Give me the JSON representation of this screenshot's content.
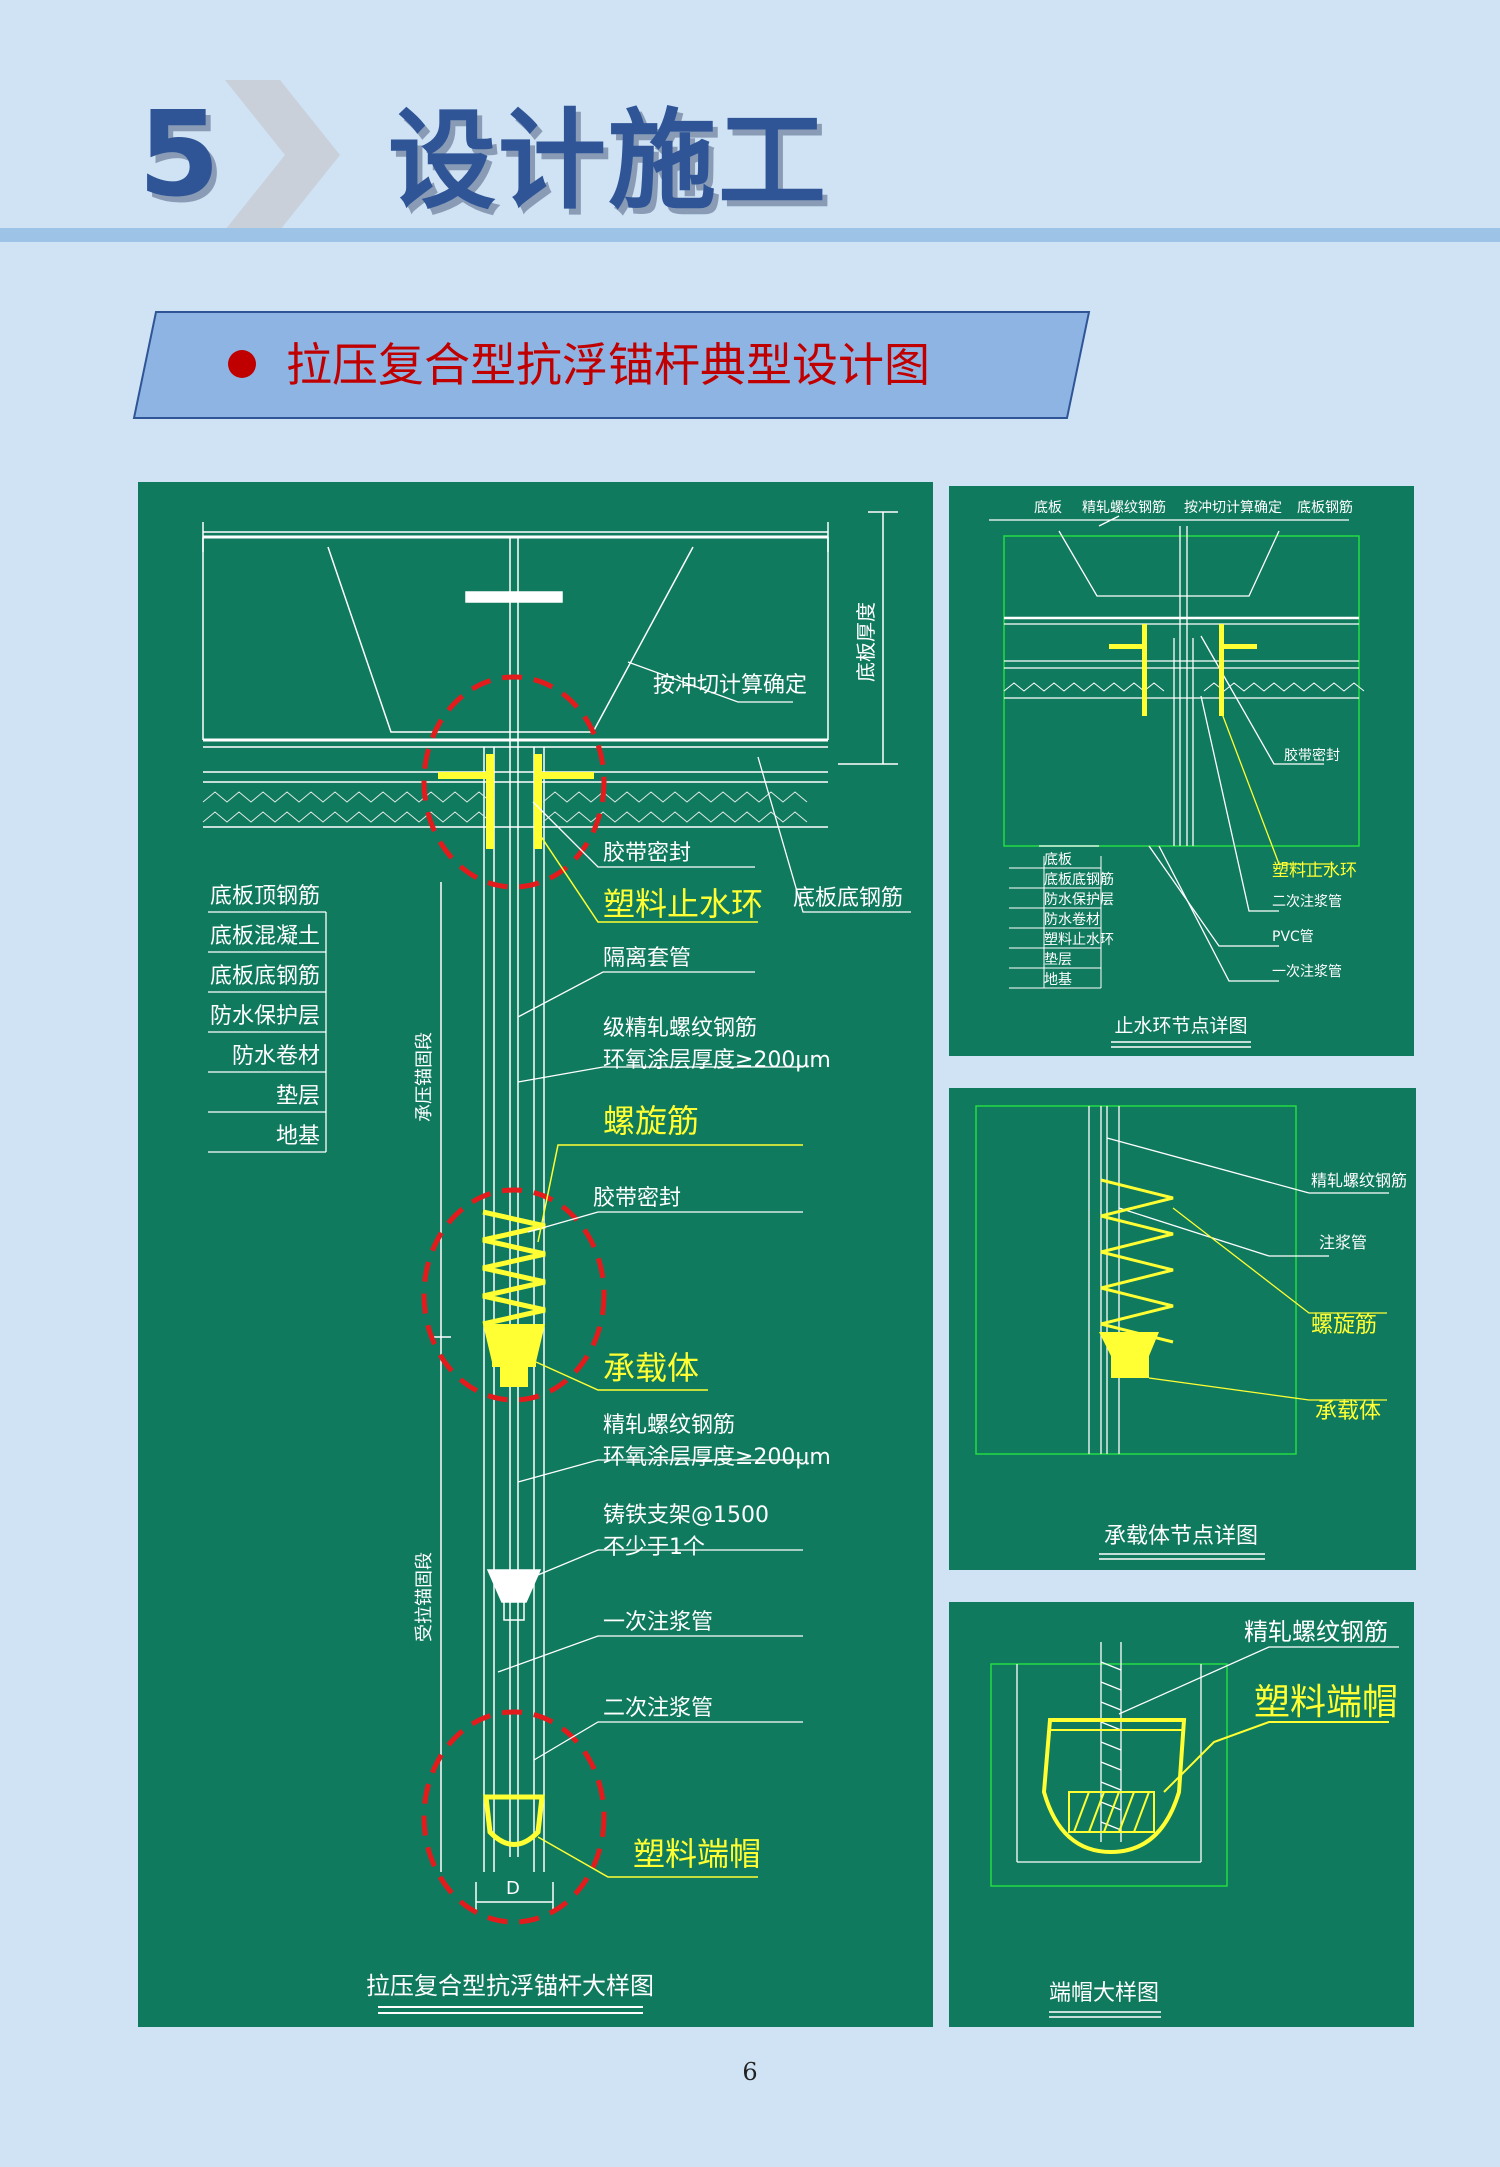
{
  "header": {
    "number": "5",
    "title": "设计施工"
  },
  "banner": {
    "title": "拉压复合型抗浮锚杆典型设计图",
    "bullet_color": "#c00000"
  },
  "colors": {
    "panel": "#107a5e",
    "highlight": "#ffff33",
    "callout": "#e21c1c",
    "header": "#2f5597"
  },
  "main_drawing": {
    "caption": "拉压复合型抗浮锚杆大样图",
    "layers": [
      "底板顶钢筋",
      "底板混凝土",
      "底板底钢筋",
      "防水保护层",
      "防水卷材",
      "垫层",
      "地基"
    ],
    "labels": {
      "slab_thickness": "底板厚度",
      "punch": "按冲切计算确定",
      "tape_seal_top": "胶带密封",
      "water_stop": "塑料止水环",
      "slab_bottom_rebar": "底板底钢筋",
      "sleeve": "隔离套管",
      "rebar_grade": "级精轧螺纹钢筋",
      "epoxy_1": "环氧涂层厚度≥200μm",
      "spiral": "螺旋筋",
      "tape_seal_mid": "胶带密封",
      "bearing": "承载体",
      "rebar_2": "精轧螺纹钢筋",
      "epoxy_2": "环氧涂层厚度≥200μm",
      "bracket": "铸铁支架@1500",
      "bracket_min": "不少于1个",
      "grout_1": "一次注浆管",
      "grout_2": "二次注浆管",
      "end_cap": "塑料端帽",
      "compression_section": "承压锚固段",
      "tension_section": "受拉锚固段",
      "diameter": "D"
    }
  },
  "detail_waterstop": {
    "caption": "止水环节点详图",
    "top_labels": [
      "底板",
      "精轧螺纹钢筋",
      "按冲切计算确定",
      "底板钢筋"
    ],
    "left_labels": [
      "底板",
      "底板底钢筋",
      "防水保护层",
      "防水卷材",
      "塑料止水环",
      "垫层",
      "地基"
    ],
    "right_labels": [
      "胶带密封",
      "塑料止水环",
      "二次注浆管",
      "PVC管",
      "一次注浆管"
    ]
  },
  "detail_bearing": {
    "caption": "承载体节点详图",
    "labels": [
      "精轧螺纹钢筋",
      "注浆管",
      "螺旋筋",
      "承载体"
    ]
  },
  "detail_endcap": {
    "caption": "端帽大样图",
    "labels": [
      "精轧螺纹钢筋",
      "塑料端帽"
    ]
  },
  "page_number": "6"
}
